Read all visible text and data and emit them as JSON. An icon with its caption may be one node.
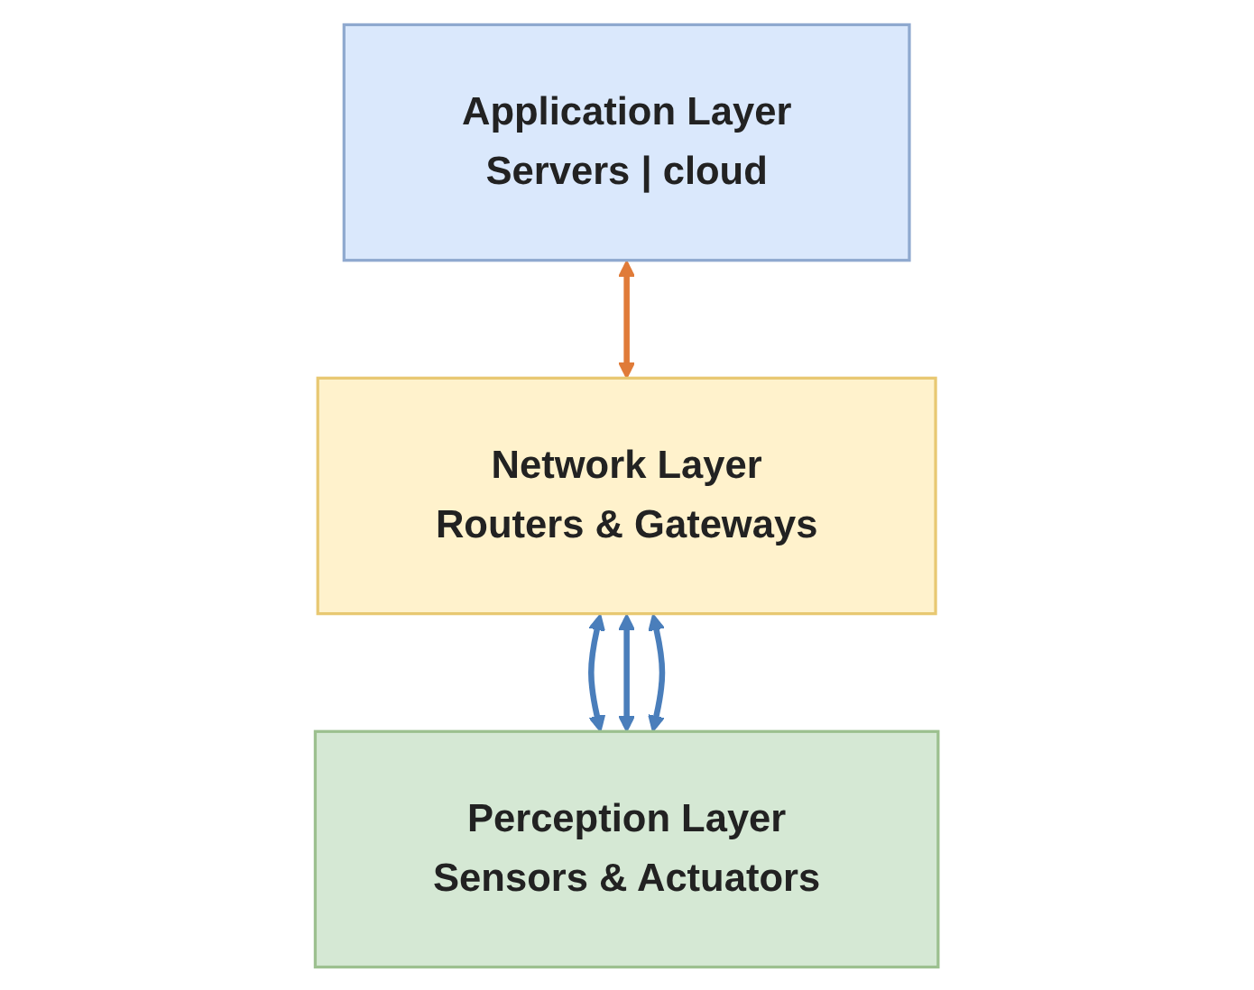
{
  "diagram": {
    "nodes": [
      {
        "text": [
          "Application Layer",
          "Servers | cloud"
        ]
      },
      {
        "text": [
          "Network Layer",
          "Routers & Gateways"
        ]
      },
      {
        "text": [
          "Perception Layer",
          "Sensors & Actuators"
        ]
      }
    ],
    "edges": [
      {
        "from": 0,
        "to": 1,
        "arrow": "both",
        "color": "#e07b39"
      },
      {
        "from": 1,
        "to": 2,
        "arrow": "both"
      },
      {
        "from": 1,
        "to": 2,
        "arrow": "both"
      },
      {
        "from": 1,
        "to": 2,
        "arrow": "both"
      }
    ]
  }
}
